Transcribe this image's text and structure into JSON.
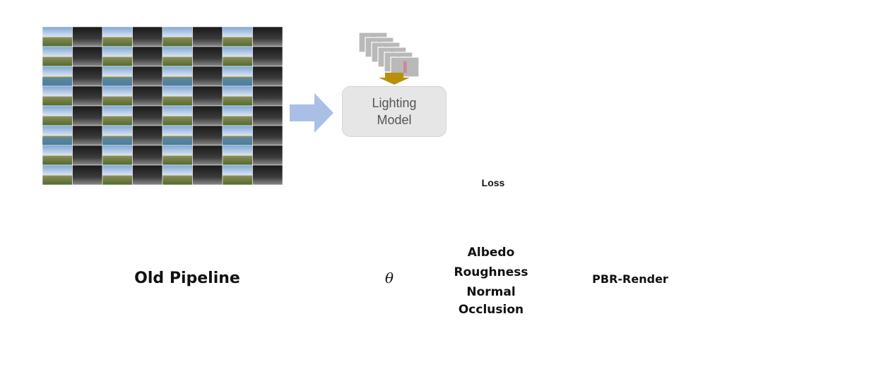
{
  "lighting_model": {
    "label": "Lighting\nModel"
  },
  "loss": {
    "label": "Loss"
  },
  "old_pipeline": {
    "label": "Old Pipeline"
  },
  "bottleneck": {
    "symbol": "θ"
  },
  "material_maps": {
    "labels": [
      "Albedo",
      "Roughness",
      "Normal",
      "Occlusion"
    ]
  },
  "renderer": {
    "label": "PBR-Render"
  },
  "colors": {
    "arrow": "#a9bfe6",
    "band": "#b3c7ea",
    "bottleneck_bars": "#f2b705",
    "gold_arrow": "#b8900a"
  }
}
